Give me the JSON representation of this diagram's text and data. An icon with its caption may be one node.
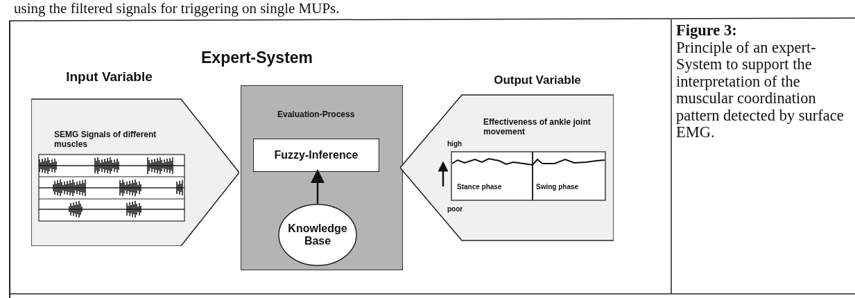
{
  "diagram": {
    "caption": "**Figure 3:** Principle of an expert-System to support the interpretation of the muscular coordination pattern detected by surface EMG.",
    "nodes": [
      {
        "text": [
          "Input Variable",
          "SEMG Signals of different muscles"
        ]
      },
      {
        "text": [
          "Expert-System",
          "Evaluation-Process"
        ]
      },
      {
        "text": [
          "Fuzzy-Inference"
        ],
        "in": 1
      },
      {
        "text": [
          "Knowledge Base"
        ],
        "in": 1
      },
      {
        "text": [
          "Output Variable",
          "Effectiveness of ankle joint movement"
        ]
      }
    ],
    "edges": [
      {
        "from": 3,
        "to": 2,
        "arrow": "to"
      }
    ],
    "labels": [
      "using the filtered signals for triggering on single MUPs.",
      "high",
      "Stance phase",
      "Swing phase",
      "poor"
    ]
  }
}
